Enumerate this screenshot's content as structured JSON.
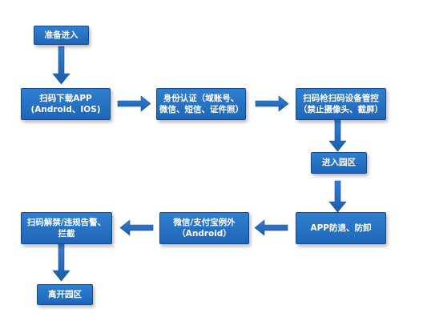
{
  "nodes": {
    "prepare": {
      "lines": [
        "准备进入"
      ]
    },
    "scan_download": {
      "lines": [
        "扫码下载APP",
        "(Android、IOS)"
      ]
    },
    "identity_auth": {
      "lines": [
        "身份认证（域账号、",
        "微信、短信、证件照）"
      ]
    },
    "scanner_control": {
      "lines": [
        "扫码枪扫码设备管控",
        "（禁止摄像头、截屏）"
      ]
    },
    "enter_park": {
      "lines": [
        "进入园区"
      ]
    },
    "app_protect": {
      "lines": [
        "APP防退、防卸"
      ]
    },
    "payment_exception": {
      "lines": [
        "微信/支付宝例外",
        "（Android）"
      ]
    },
    "unlock_report": {
      "lines": [
        "扫码解禁/违规告警、",
        "拦截"
      ]
    },
    "leave_park": {
      "lines": [
        "离开园区"
      ]
    }
  },
  "colors": {
    "node_fill": "#2a76c7",
    "node_border": "#15488c",
    "arrow_fill": "#2a6bb8"
  }
}
